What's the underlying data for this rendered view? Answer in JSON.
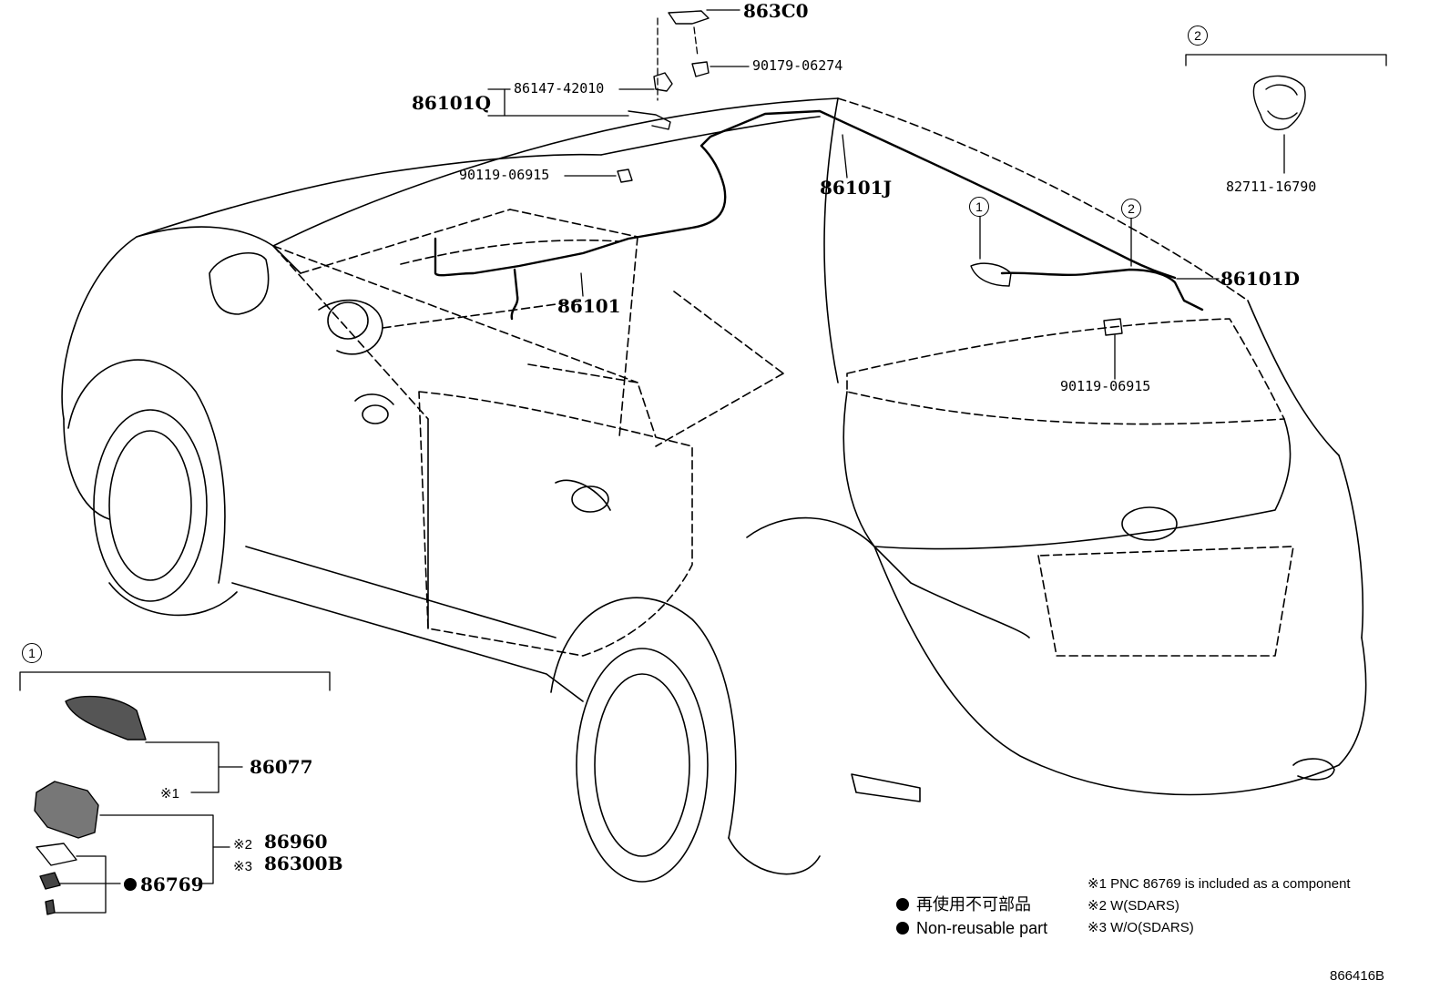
{
  "callouts": {
    "one": "1",
    "two": "2"
  },
  "parts": {
    "p863c0": "863C0",
    "p90179": "90179-06274",
    "p86147": "86147-42010",
    "p86101q": "86101Q",
    "p90119_top": "90119-06915",
    "p86101j": "86101J",
    "p86101": "86101",
    "p86101d": "86101D",
    "p90119_rear": "90119-06915",
    "p82711": "82711-16790",
    "p86077": "86077",
    "p86960": "86960",
    "p86300b": "86300B",
    "p86769": "86769"
  },
  "marks": {
    "m1": "※1",
    "m2": "※2",
    "m3": "※3"
  },
  "legend": {
    "jp": "再使用不可部品",
    "en": "Non-reusable part"
  },
  "notes": {
    "n1": "※1 PNC 86769 is included as a component",
    "n2": "※2 W(SDARS)",
    "n3": "※3 W/O(SDARS)"
  },
  "figure_id": "866416B"
}
